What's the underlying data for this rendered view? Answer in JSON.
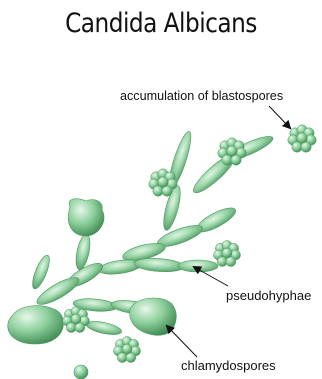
{
  "title": "Candida Albicans",
  "labels": {
    "blastospores": "accumulation of blastospores",
    "pseudohyphae": "pseudohyphae",
    "chlamydospores": "chlamydospores"
  },
  "colors": {
    "cell_fill": "#8ccf9c",
    "cell_light": "#c9ebd0",
    "cell_dark": "#4e9a62",
    "text": "#111111",
    "arrow": "#111111"
  }
}
